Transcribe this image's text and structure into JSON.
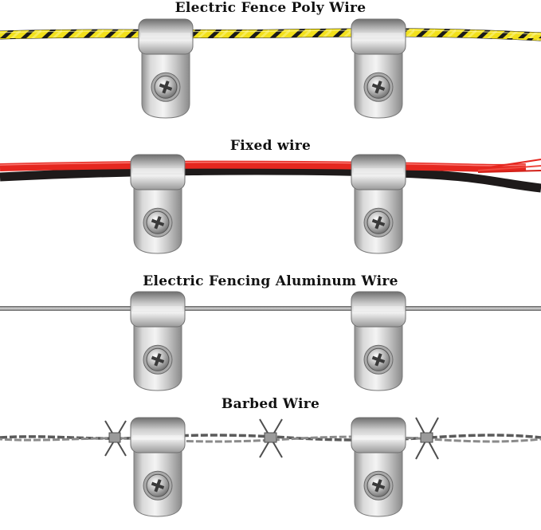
{
  "panels": [
    {
      "key": "poly",
      "caption": "Electric Fence Poly Wire",
      "wire_type": "twisted-poly",
      "colors": [
        "#f2e01a",
        "#1a1a1a"
      ]
    },
    {
      "key": "fixed",
      "caption": "Fixed wire",
      "wire_type": "red-black-pair",
      "colors": [
        "#e5271f",
        "#1e1a1a"
      ]
    },
    {
      "key": "aluminum",
      "caption": "Electric Fencing Aluminum Wire",
      "wire_type": "single-strand",
      "colors": [
        "#8c8c8c"
      ]
    },
    {
      "key": "barbed",
      "caption": "Barbed Wire",
      "wire_type": "barbed",
      "colors": [
        "#6d6d6d"
      ]
    }
  ],
  "clip": {
    "material": "stainless-steel",
    "fastener": "phillips-screw-icon",
    "color": "#c9c9c9"
  }
}
